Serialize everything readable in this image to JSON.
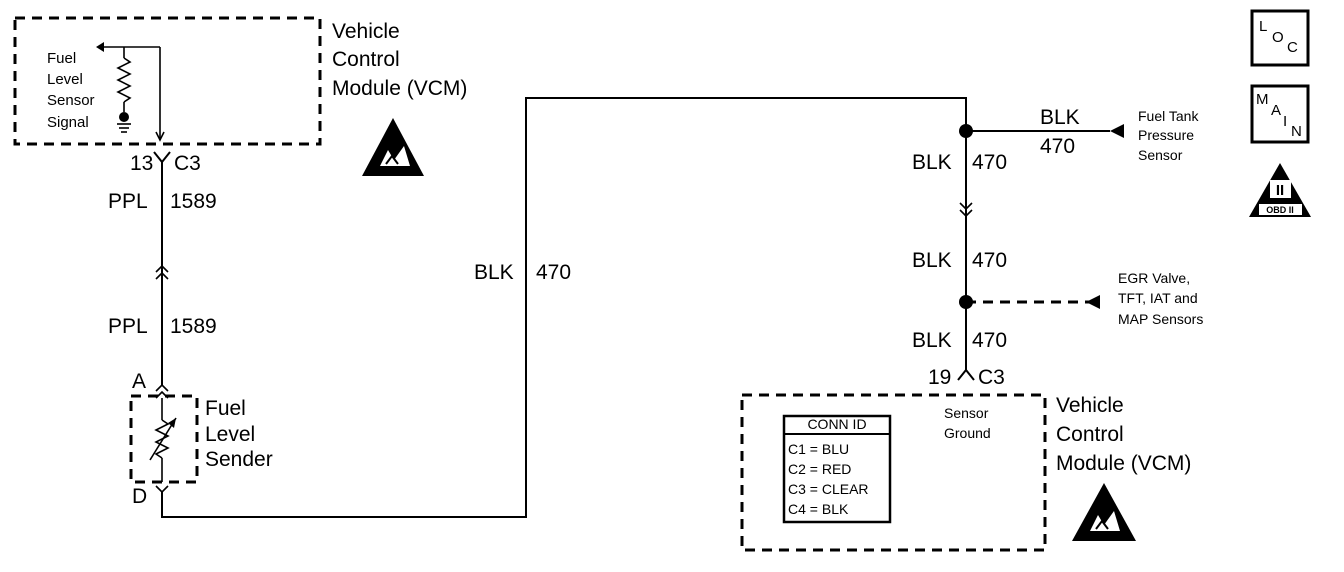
{
  "vcm_top": {
    "title_lines": [
      "Vehicle",
      "Control",
      "Module (VCM)"
    ],
    "signal_label_lines": [
      "Fuel",
      "Level",
      "Sensor",
      "Signal"
    ],
    "pin": "13",
    "connector": "C3"
  },
  "wire_ppl": {
    "color": "PPL",
    "circuit": "1589",
    "color_2": "PPL",
    "circuit_2": "1589"
  },
  "sender": {
    "pin_top": "A",
    "pin_bottom": "D",
    "label_lines": [
      "Fuel",
      "Level",
      "Sender"
    ]
  },
  "wire_blk_long": {
    "color": "BLK",
    "circuit": "470"
  },
  "ground_wires": {
    "fuel_tank": {
      "color": "BLK",
      "circuit": "470",
      "label_lines": [
        "Fuel Tank",
        "Pressure",
        "Sensor"
      ]
    },
    "segment_1": {
      "color": "BLK",
      "circuit": "470"
    },
    "segment_2": {
      "color": "BLK",
      "circuit": "470"
    },
    "egr": {
      "label_lines": [
        "EGR Valve,",
        "TFT, IAT and",
        "MAP Sensors"
      ]
    },
    "segment_3": {
      "color": "BLK",
      "circuit": "470"
    }
  },
  "vcm_bottom": {
    "pin": "19",
    "connector": "C3",
    "ground_label_lines": [
      "Sensor",
      "Ground"
    ],
    "title_lines": [
      "Vehicle",
      "Control",
      "Module (VCM)"
    ],
    "conn_id": {
      "header": "CONN ID",
      "rows": [
        "C1 = BLU",
        "C2 = RED",
        "C3 = CLEAR",
        "C4 = BLK"
      ]
    }
  },
  "badges": {
    "loc": {
      "l": "L",
      "o": "O",
      "c": "C"
    },
    "main": {
      "m": "M",
      "a": "A",
      "i": "I",
      "n": "N"
    },
    "obd": {
      "roman": "II",
      "text": "OBD II"
    }
  }
}
